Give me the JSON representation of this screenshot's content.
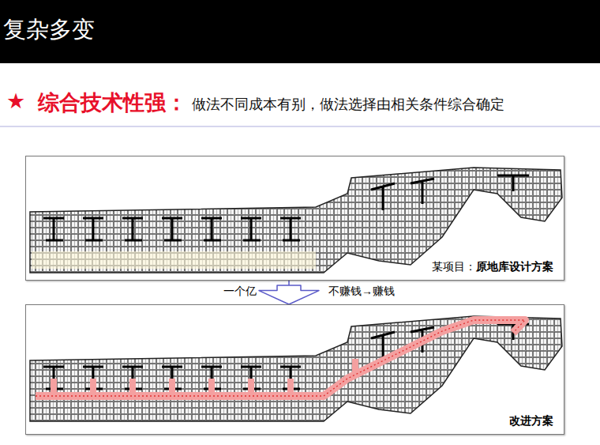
{
  "diagram": {
    "title": "复杂多变",
    "nodes": [
      {
        "text": [
          "某项目：",
          "原地库设计方案"
        ]
      },
      {
        "text": [
          "改进方案"
        ]
      }
    ],
    "edges": [
      {
        "from": 0,
        "to": 1,
        "arrow": "to"
      }
    ],
    "labels": [
      "★",
      "综合技术性强：",
      "做法不同成本有别，做法选择由相关条件综合确定",
      "一个亿",
      "不赚钱→赚钱"
    ]
  }
}
